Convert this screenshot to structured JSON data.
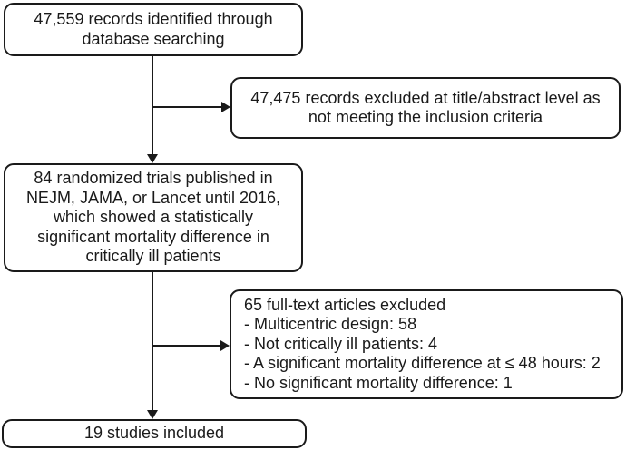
{
  "flowchart": {
    "description": "Study selection flow diagram",
    "colors": {
      "line": "#1a1a1a",
      "text": "#1a1a1a",
      "background": "#ffffff"
    },
    "boxes": {
      "identified": {
        "lines": [
          "47,559 records identified through",
          "database searching"
        ]
      },
      "excluded_abstract": {
        "lines": [
          "47,475 records excluded at title/abstract level as",
          "not meeting the inclusion criteria"
        ]
      },
      "trials": {
        "lines": [
          "84 randomized trials published in",
          "NEJM, JAMA, or Lancet until 2016,",
          "which showed a statistically",
          "significant mortality difference in",
          "critically ill patients"
        ]
      },
      "excluded_fulltext": {
        "lines": [
          "65 full-text articles excluded",
          "- Multicentric design: 58",
          "- Not critically ill patients: 4",
          "- A significant mortality difference at ≤ 48 hours: 2",
          "- No significant mortality difference: 1"
        ]
      },
      "included": {
        "lines": [
          "19 studies included"
        ]
      }
    }
  }
}
